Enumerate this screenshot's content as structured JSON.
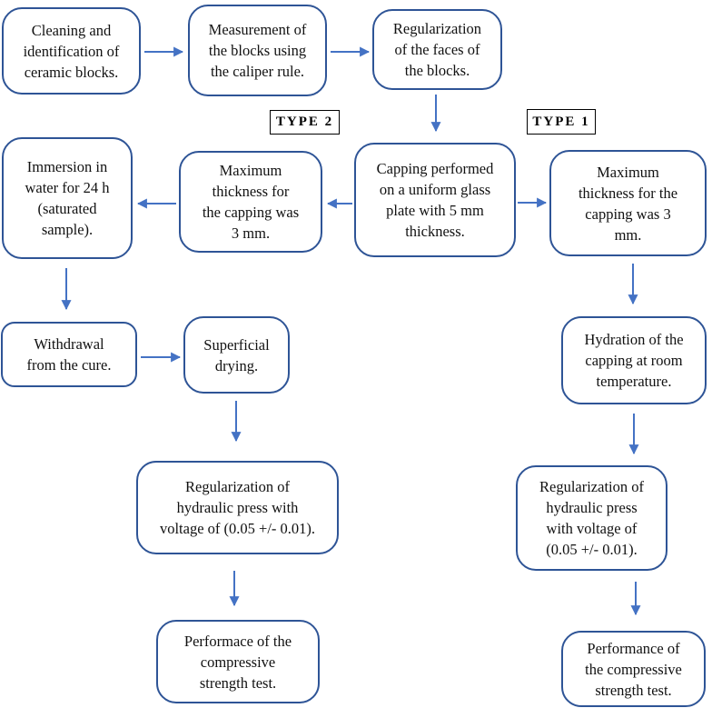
{
  "diagram": {
    "nodes": {
      "cleaning": {
        "label": "Cleaning and\nidentification of\nceramic blocks."
      },
      "measurement": {
        "label": "Measurement of\nthe blocks using\nthe caliper rule."
      },
      "reg_faces": {
        "label": "Regularization\nof the faces of\nthe blocks."
      },
      "capping": {
        "label": "Capping performed\non a uniform glass\nplate with 5 mm\nthickness."
      },
      "max_thickness_type2": {
        "label": "Maximum\nthickness for\nthe capping was\n3 mm."
      },
      "immersion": {
        "label": "Immersion in\nwater for 24 h\n(saturated\nsample)."
      },
      "max_thickness_type1": {
        "label": "Maximum\nthickness for the\ncapping was 3\nmm."
      },
      "withdrawal": {
        "label": "Withdrawal\nfrom the cure."
      },
      "superficial_drying": {
        "label": "Superficial\ndrying."
      },
      "hydration": {
        "label": "Hydration of the\ncapping at room\ntemperature."
      },
      "reg_press_type2": {
        "label": "Regularization of\nhydraulic press with\nvoltage of (0.05 +/- 0.01)."
      },
      "reg_press_type1": {
        "label": "Regularization of\nhydraulic press\nwith voltage of\n(0.05 +/- 0.01)."
      },
      "performance_type2": {
        "label": "Performace of the\ncompressive\nstrength test."
      },
      "performance_type1": {
        "label": "Performance of\nthe compressive\nstrength test."
      }
    },
    "branch_labels": {
      "type2": "TYPE 2",
      "type1": "TYPE 1"
    },
    "edges": [
      {
        "from": "cleaning",
        "to": "measurement",
        "direction": "right"
      },
      {
        "from": "measurement",
        "to": "reg_faces",
        "direction": "right"
      },
      {
        "from": "reg_faces",
        "to": "capping",
        "direction": "down"
      },
      {
        "from": "capping",
        "to": "max_thickness_type2",
        "direction": "left"
      },
      {
        "from": "max_thickness_type2",
        "to": "immersion",
        "direction": "left"
      },
      {
        "from": "capping",
        "to": "max_thickness_type1",
        "direction": "right"
      },
      {
        "from": "immersion",
        "to": "withdrawal",
        "direction": "down"
      },
      {
        "from": "withdrawal",
        "to": "superficial_drying",
        "direction": "right"
      },
      {
        "from": "superficial_drying",
        "to": "reg_press_type2",
        "direction": "down"
      },
      {
        "from": "reg_press_type2",
        "to": "performance_type2",
        "direction": "down"
      },
      {
        "from": "max_thickness_type1",
        "to": "hydration",
        "direction": "down"
      },
      {
        "from": "hydration",
        "to": "reg_press_type1",
        "direction": "down"
      },
      {
        "from": "reg_press_type1",
        "to": "performance_type1",
        "direction": "down"
      }
    ],
    "colors": {
      "box_border": "#2e5496",
      "arrow": "#4472c4",
      "label_border": "#000000",
      "text": "#111111",
      "background": "#ffffff"
    }
  }
}
